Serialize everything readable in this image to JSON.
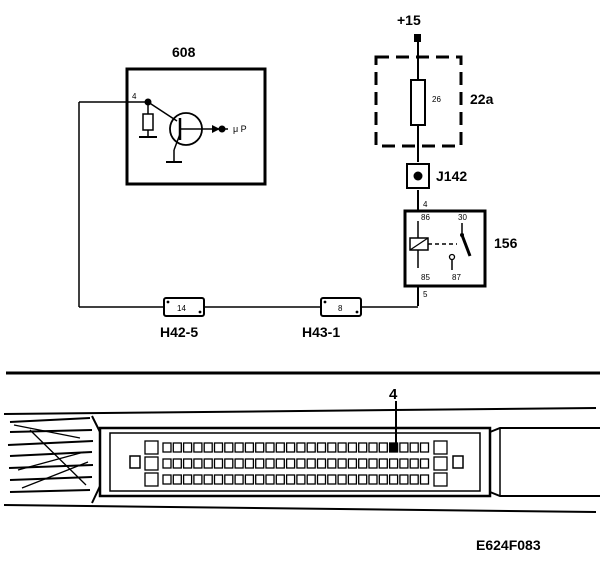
{
  "supply_label": "+15",
  "ecu": {
    "ref": "608",
    "pin": "4",
    "mu_label": "μ P"
  },
  "fuse": {
    "ref": "22a",
    "number": "26"
  },
  "junction": {
    "ref": "J142"
  },
  "relay": {
    "ref": "156",
    "pin_top": "4",
    "pin_bottom": "5",
    "term_86": "86",
    "term_85": "85",
    "term_30": "30",
    "term_87": "87"
  },
  "connectors": [
    {
      "ref": "H42-5",
      "pin": "14"
    },
    {
      "ref": "H43-1",
      "pin": "8"
    }
  ],
  "connector_view": {
    "pin_callout": "4"
  },
  "figure_code": "E624F083"
}
